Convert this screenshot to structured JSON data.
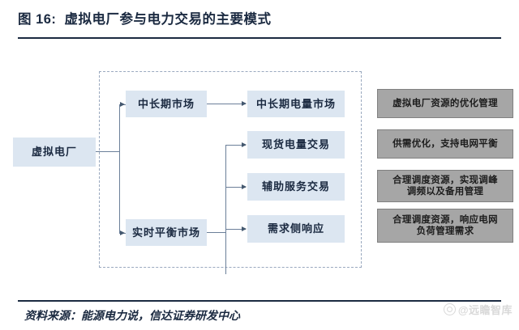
{
  "figure": {
    "index_label": "图 16:",
    "title": "虚拟电厂参与电力交易的主要模式"
  },
  "footer": {
    "source": "资料来源：能源电力说，信达证券研发中心",
    "watermark": "@远瞻智库"
  },
  "diagram": {
    "type": "flowchart",
    "root": {
      "label": "虚拟电厂"
    },
    "markets": [
      {
        "label": "中长期市场"
      },
      {
        "label": "实时平衡市场"
      }
    ],
    "transactions": [
      {
        "label": "中长期电量市场"
      },
      {
        "label": "现货电量交易"
      },
      {
        "label": "辅助服务交易"
      },
      {
        "label": "需求侧响应"
      }
    ],
    "outcomes": [
      {
        "line1": "虚拟电厂资源的优化管理",
        "line2": ""
      },
      {
        "line1": "供需优化，支持电网平衡",
        "line2": ""
      },
      {
        "line1": "合理调度资源，实现调峰",
        "line2": "调频以及备用管理"
      },
      {
        "line1": "合理调度资源，响应电网",
        "line2": "负荷管理需求"
      }
    ],
    "colors": {
      "box_blue": "#dce6f1",
      "box_gray": "#a6a6a6",
      "connector": "#6b7f99",
      "rule": "#1b2a41",
      "dashed_border": "#9aa9bf"
    }
  }
}
